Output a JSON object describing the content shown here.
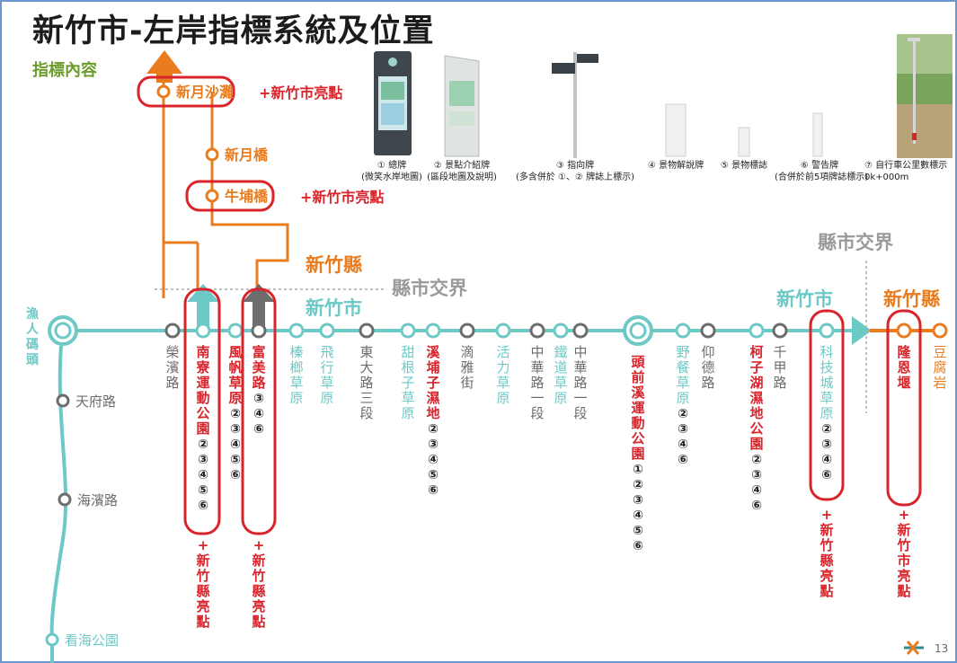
{
  "title": "新竹市-左岸指標系統及位置",
  "subtitle": "指標內容",
  "page_number": "13",
  "colors": {
    "line": "#6cc9c6",
    "orange": "#e87c1e",
    "gray": "#6d6d6d",
    "red": "#d9242b",
    "green_title": "#6b9c2c"
  },
  "signs": [
    {
      "num": "①",
      "name": "總牌",
      "note": "(微笑水岸地圖)"
    },
    {
      "num": "②",
      "name": "景點介紹牌",
      "note": "(區段地圖及說明)"
    },
    {
      "num": "③",
      "name": "指向牌",
      "note": "(多含併於 ①、② 牌誌上標示)"
    },
    {
      "num": "④",
      "name": "景物解說牌",
      "note": ""
    },
    {
      "num": "⑤",
      "name": "景物標誌",
      "note": ""
    },
    {
      "num": "⑥",
      "name": "警告牌",
      "note": "(合併於前5項牌誌標示)"
    },
    {
      "num": "⑦",
      "name": "自行車公里數標示",
      "note": "0k+000m"
    }
  ],
  "branch": {
    "stops": [
      "新月沙灘",
      "新月橋",
      "牛埔橋"
    ],
    "hl_suffix": "+新竹市亮點"
  },
  "regions": {
    "hsinchu_county_left": "新竹縣",
    "border_left": "縣市交界",
    "hsinchu_city_left": "新竹市",
    "border_right": "縣市交界",
    "hsinchu_city_right": "新竹市",
    "hsinchu_county_right": "新竹縣"
  },
  "start_node": "漁人碼頭",
  "left_line": [
    "天府路",
    "海濱路",
    "看海公園"
  ],
  "stations": [
    {
      "name": "榮濱路",
      "signs": ""
    },
    {
      "name": "南寮運動公園",
      "signs": "②③④⑤⑥",
      "hl": "+新竹縣亮點"
    },
    {
      "name": "風帆草原",
      "signs": "②③④⑤⑥"
    },
    {
      "name": "富美路",
      "signs": "③④⑥",
      "hl": "+新竹縣亮點"
    },
    {
      "name": "榛榔草原",
      "signs": ""
    },
    {
      "name": "飛行草原",
      "signs": ""
    },
    {
      "name": "東大路三段",
      "signs": ""
    },
    {
      "name": "甜根子草原",
      "signs": ""
    },
    {
      "name": "溪埔子濕地",
      "signs": "②③④⑤⑥"
    },
    {
      "name": "滴雅街",
      "signs": ""
    },
    {
      "name": "活力草原",
      "signs": ""
    },
    {
      "name": "中華路一段",
      "signs": ""
    },
    {
      "name": "鐵道草原",
      "signs": ""
    },
    {
      "name": "中華路一段",
      "signs": ""
    },
    {
      "name": "頭前溪運動公園",
      "signs": "①②③④⑤⑥"
    },
    {
      "name": "野餐草原",
      "signs": "②③④⑥"
    },
    {
      "name": "仰德路",
      "signs": ""
    },
    {
      "name": "柯子湖濕地公園",
      "signs": "②③④⑥"
    },
    {
      "name": "千甲路",
      "signs": ""
    },
    {
      "name": "科技城草原",
      "signs": "②③④⑥",
      "hl": "+新竹縣亮點"
    },
    {
      "name": "隆恩堰",
      "signs": "",
      "hl": "+新竹市亮點"
    },
    {
      "name": "豆腐岩",
      "signs": ""
    }
  ]
}
